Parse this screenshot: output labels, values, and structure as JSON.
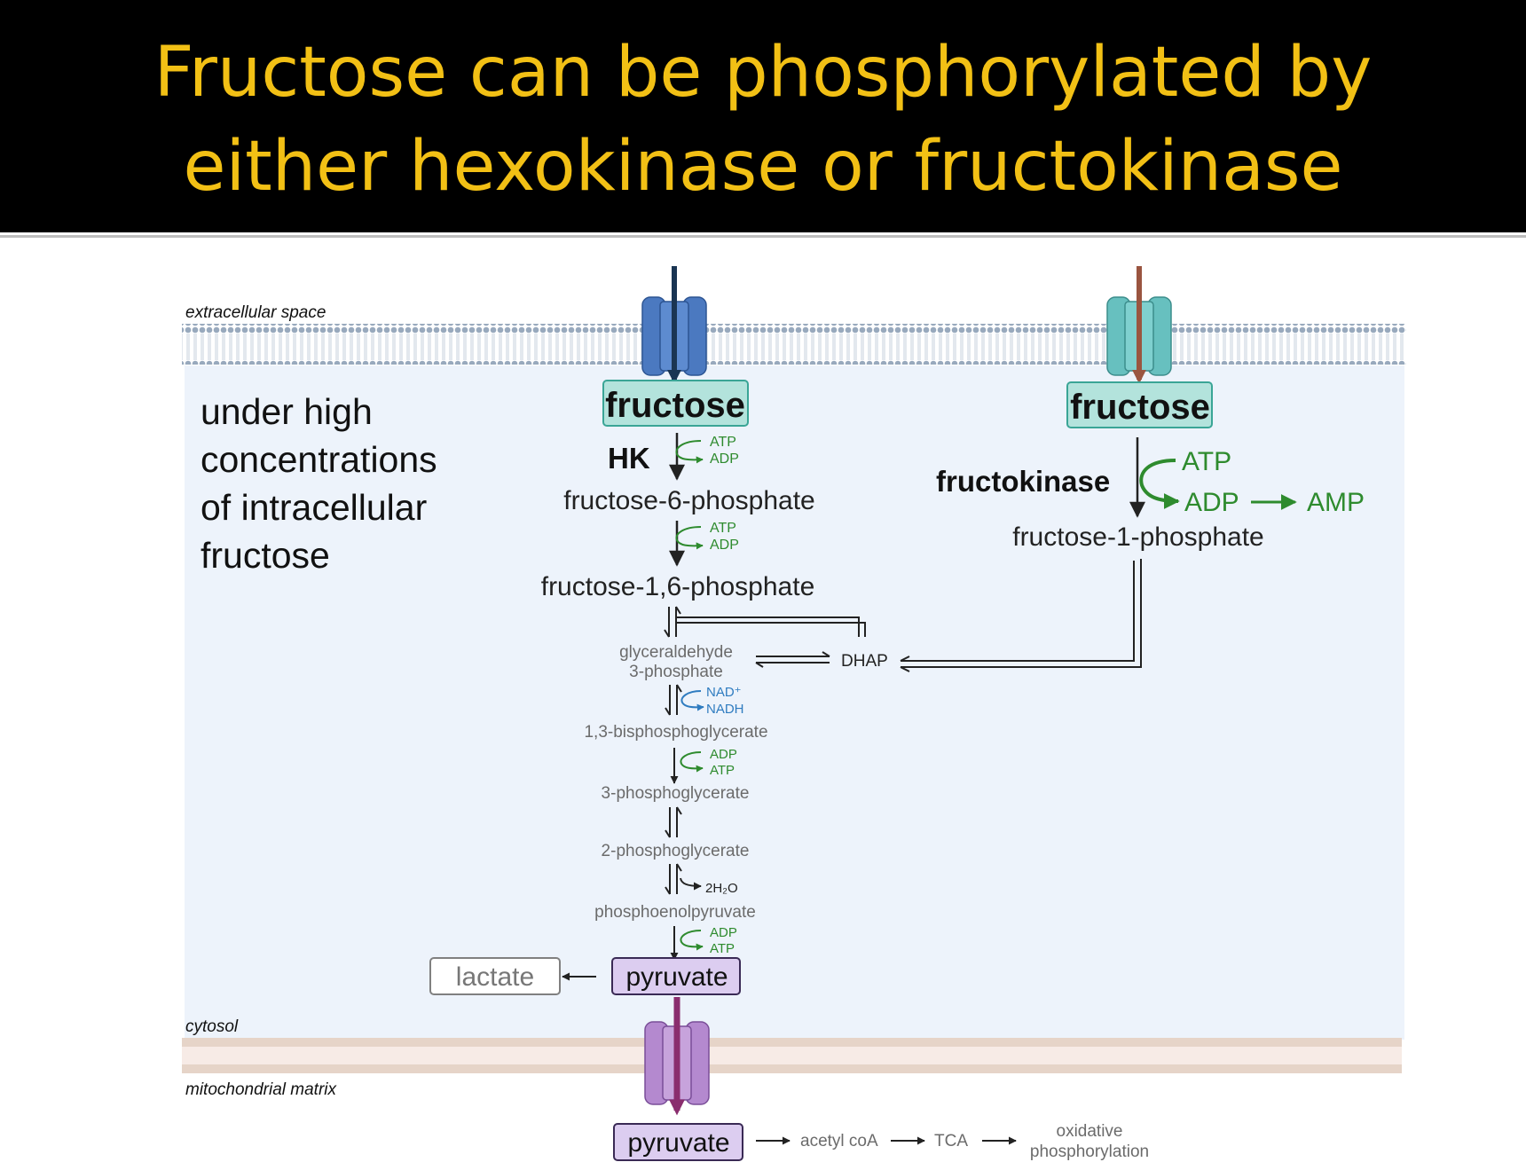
{
  "slide": {
    "title_line1": "Fructose can be phosphorylated by",
    "title_line2": "either hexokinase or fructokinase"
  },
  "colors": {
    "title_text": "#f2c015",
    "title_background": "#000000",
    "cytosol": "#edf3fb",
    "membrane_heads": "#98a9bd",
    "mito_membrane": "#e6d4c8",
    "glut_transporter": "#4b79c0",
    "glut5_transporter": "#67c0bf",
    "mpc_transporter": "#b489cf",
    "atp_green": "#2e8b2e",
    "nad_blue": "#2f7cc0"
  },
  "compartments": {
    "extracellular": "extracellular space",
    "cytosol": "cytosol",
    "mito": "mitochondrial matrix"
  },
  "note": {
    "line1": "under high",
    "line2": "concentrations",
    "line3": "of intracellular",
    "line4": "fructose"
  },
  "left_path": {
    "fructose": "fructose",
    "enzyme": "HK",
    "atp": "ATP",
    "adp": "ADP",
    "f6p": "fructose-6-phosphate",
    "atp2": "ATP",
    "adp2": "ADP",
    "f16bp": "fructose-1,6-phosphate"
  },
  "right_path": {
    "fructose": "fructose",
    "enzyme": "fructokinase",
    "atp": "ATP",
    "adp": "ADP",
    "amp": "AMP",
    "f1p": "fructose-1-phosphate"
  },
  "glycolysis": {
    "g3p_1": "glyceraldehyde",
    "g3p_2": "3-phosphate",
    "dhap": "DHAP",
    "nad": "NAD⁺",
    "nadh": "NADH",
    "bpg": "1,3-bisphosphoglycerate",
    "adp_a": "ADP",
    "atp_a": "ATP",
    "pg3": "3-phosphoglycerate",
    "pg2": "2-phosphoglycerate",
    "water": "2H₂O",
    "pep": "phosphoenolpyruvate",
    "adp_b": "ADP",
    "atp_b": "ATP",
    "pyruvate": "pyruvate",
    "lactate": "lactate"
  },
  "mito_path": {
    "pyruvate": "pyruvate",
    "acetyl": "acetyl coA",
    "tca": "TCA",
    "oxphos1": "oxidative",
    "oxphos2": "phosphorylation"
  }
}
